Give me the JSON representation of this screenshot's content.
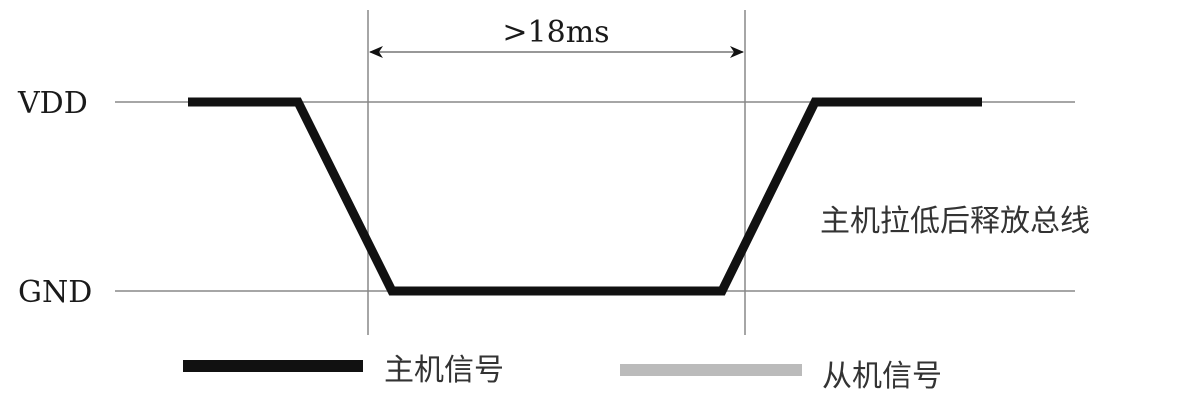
{
  "diagram": {
    "type": "timing-diagram",
    "levels": {
      "high_label": "VDD",
      "low_label": "GND"
    },
    "timing": {
      "duration_label": ">18ms"
    },
    "annotation": "主机拉低后释放总线",
    "legend": [
      {
        "label": "主机信号",
        "color": "#111111"
      },
      {
        "label": "从机信号",
        "color": "#bbbbbb"
      }
    ],
    "colors": {
      "host_signal": "#111111",
      "slave_signal": "#bbbbbb",
      "guide_lines": "#888888"
    }
  }
}
